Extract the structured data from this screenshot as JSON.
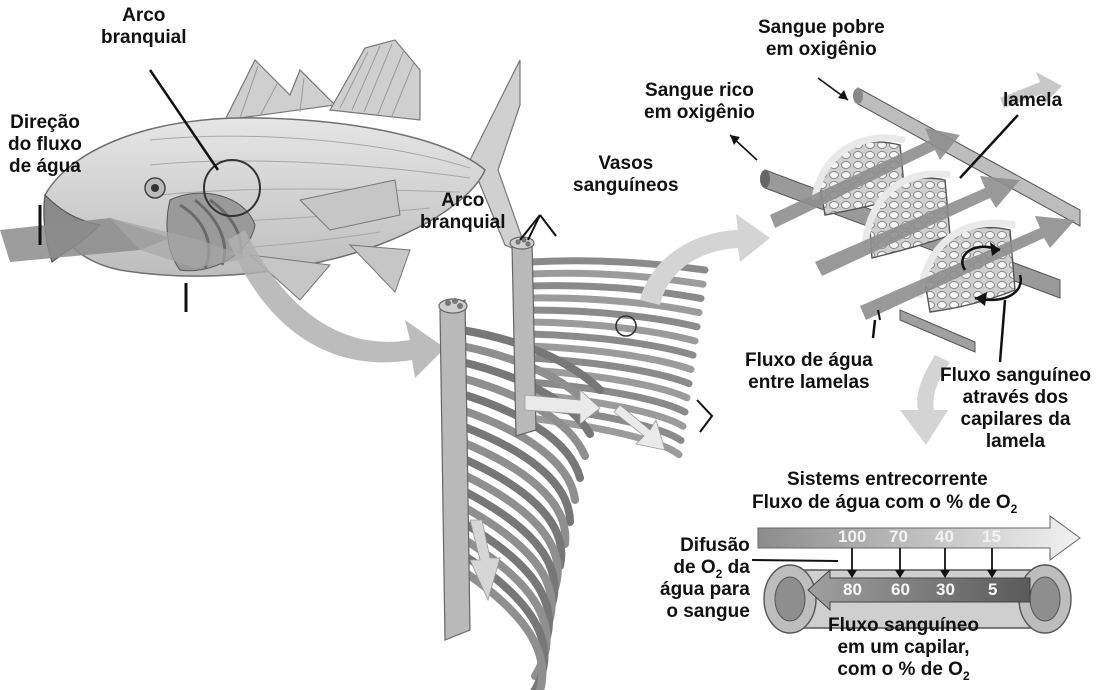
{
  "labels": {
    "arco_branquial_fish": [
      "Arco",
      "branquial"
    ],
    "direcao_fluxo": [
      "Direção",
      "do fluxo",
      "de água"
    ],
    "arco_branquial_gill": [
      "Arco",
      "branquial"
    ],
    "vasos_sanguineos": [
      "Vasos",
      "sanguíneos"
    ],
    "sangue_pobre": [
      "Sangue pobre",
      "em oxigênio"
    ],
    "sangue_rico": [
      "Sangue rico",
      "em oxigênio"
    ],
    "lamela": "lamela",
    "fluxo_agua_lamelas": [
      "Fluxo de água",
      "entre lamelas"
    ],
    "fluxo_sanguineo_capilares": [
      "Fluxo sanguíneo",
      "através dos",
      "capilares da",
      "lamela"
    ],
    "sistema_title": "Sistems entrecorrente",
    "fluxo_agua_o2_prefix": "Fluxo de água com o % de O",
    "o2_sub": "2",
    "difusao": [
      "Difusão",
      "de O",
      "2",
      " da",
      "água para",
      "o sangue"
    ],
    "fluxo_capilar": [
      "Fluxo sanguíneo",
      "em um capilar,",
      "com o % de O"
    ]
  },
  "water_flow_values": [
    "100",
    "70",
    "40",
    "15"
  ],
  "blood_flow_values": [
    "80",
    "60",
    "30",
    "5"
  ],
  "colors": {
    "arrow_gray": "#9a9a9a",
    "arrow_light": "#d8d8d8",
    "fish_body": "#d9d9d9",
    "ink": "#111111"
  }
}
